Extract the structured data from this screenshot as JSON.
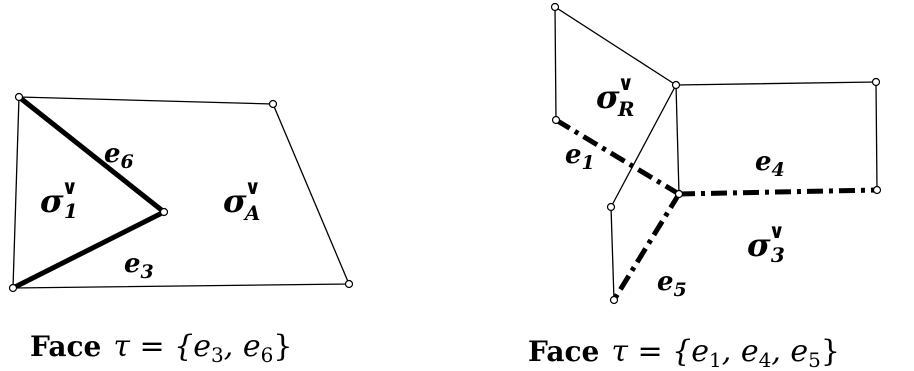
{
  "left": {
    "labels": {
      "sigma_1": "σ",
      "sigma_1_sub": "1",
      "sigma_A": "σ",
      "sigma_A_sub": "A",
      "dual_sup": "∨",
      "e6": "e",
      "e6_sub": "6",
      "e3": "e",
      "e3_sub": "3"
    },
    "caption": {
      "word": "Face",
      "formula_main": "τ = {e",
      "sub_a": "3",
      "mid": ", e",
      "sub_b": "6",
      "close": "}"
    }
  },
  "right": {
    "labels": {
      "sigma_R": "σ",
      "sigma_R_sub": "R",
      "sigma_3": "σ",
      "sigma_3_sub": "3",
      "dual_sup": "∨",
      "e1": "e",
      "e1_sub": "1",
      "e4": "e",
      "e4_sub": "4",
      "e5": "e",
      "e5_sub": "5"
    },
    "caption": {
      "word": "Face",
      "formula_main": "τ = {e",
      "sub_a": "1",
      "mid1": ", e",
      "sub_b": "4",
      "mid2": ", e",
      "sub_c": "5",
      "close": "}"
    }
  }
}
